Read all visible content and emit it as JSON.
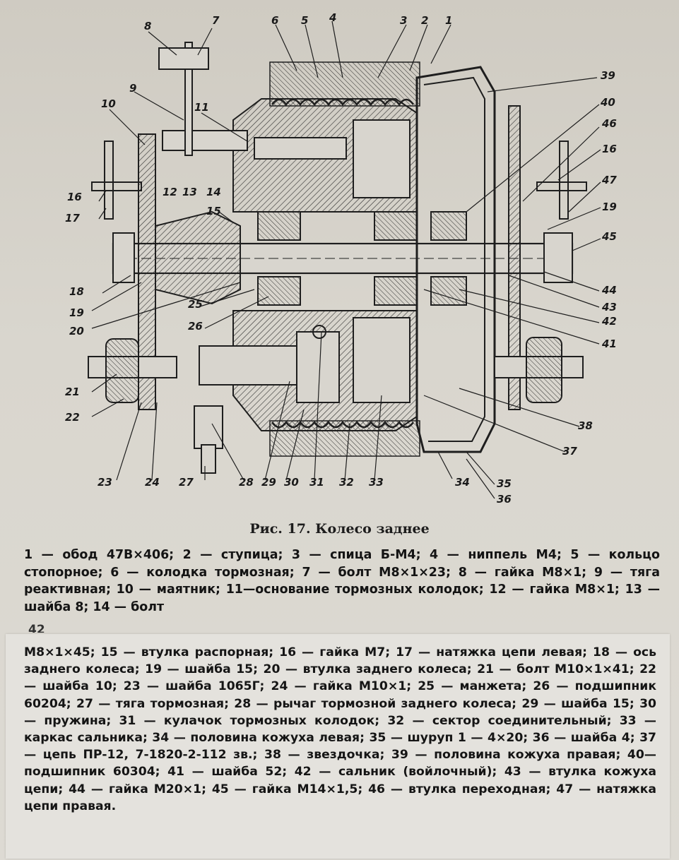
{
  "figure": {
    "callouts": [
      "1",
      "2",
      "3",
      "4",
      "5",
      "6",
      "7",
      "8",
      "9",
      "10",
      "11",
      "12",
      "13",
      "14",
      "15",
      "16",
      "17",
      "18",
      "19",
      "20",
      "21",
      "22",
      "23",
      "24",
      "25",
      "26",
      "27",
      "28",
      "29",
      "30",
      "31",
      "32",
      "33",
      "34",
      "35",
      "36",
      "37",
      "38",
      "39",
      "40",
      "41",
      "42",
      "43",
      "44",
      "45",
      "46",
      "47"
    ],
    "callouts_right_extra": [
      "16",
      "19"
    ]
  },
  "caption": "Рис. 17. Колесо заднее",
  "legend_top": "1 — обод 47В×406; 2 — ступица; 3 — спица Б-М4; 4 — ниппель М4; 5 — кольцо стопорное; 6 — колодка тормозная; 7 — болт М8×1×23; 8 — гайка М8×1; 9 — тяга реактивная; 10 — маятник; 11—основание тормозных колодок; 12 — гайка М8×1; 13 — шайба 8; 14 — болт",
  "legend_overflow": "42",
  "legend_bottom": "М8×1×45; 15 — втулка распорная; 16 — гайка М7; 17 — натяжка цепи левая; 18 — ось заднего колеса; 19 — шайба 15; 20 — втулка заднего колеса; 21 — болт М10×1×41; 22 — шайба 10; 23 — шайба 1065Г; 24 — гайка М10×1; 25 — манжета; 26 — подшипник 60204; 27 — тяга тормозная; 28 — рычаг тормозной заднего колеса; 29 — шайба 15; 30 — пружина; 31 — кулачок тормозных колодок; 32 — сектор соединительный; 33 — каркас сальника; 34 — половина кожуха левая; 35 — шуруп 1 — 4×20; 36 — шайба 4; 37 — цепь ПР-12, 7-1820-2-112 зв.; 38 — звездочка; 39 — половина кожуха правая; 40— подшипник 60304; 41 — шайба 52; 42 — сальник (войлочный); 43 — втулка кожуха цепи; 44 — гайка М20×1; 45 — гайка М14×1,5; 46 — втулка переходная; 47 — натяжка цепи правая."
}
